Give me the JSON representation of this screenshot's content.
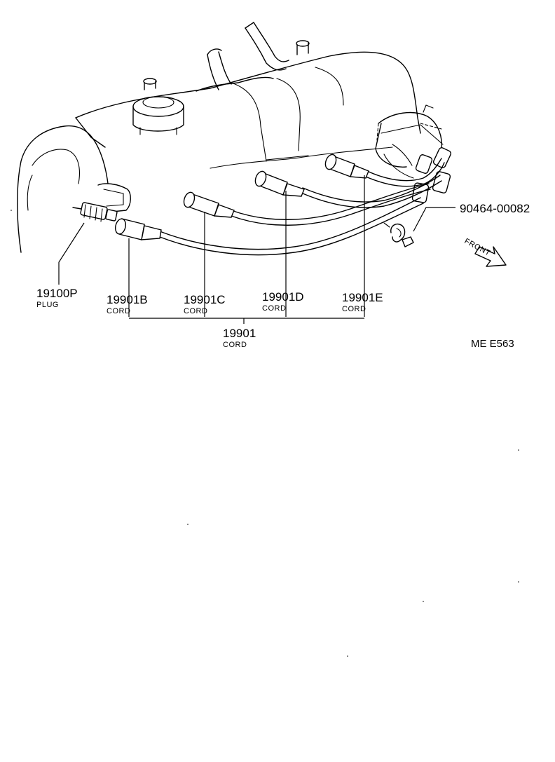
{
  "diagram": {
    "labels": {
      "plug_number": "19100P",
      "plug_name": "PLUG",
      "cord_b_number": "19901B",
      "cord_b_name": "CORD",
      "cord_c_number": "19901C",
      "cord_c_name": "CORD",
      "cord_d_number": "19901D",
      "cord_d_name": "CORD",
      "cord_e_number": "19901E",
      "cord_e_name": "CORD",
      "cord_set_number": "19901",
      "cord_set_name": "CORD",
      "clamp_number": "90464-00082",
      "front_label": "FRONT",
      "figure_code": "ME  E563"
    }
  }
}
